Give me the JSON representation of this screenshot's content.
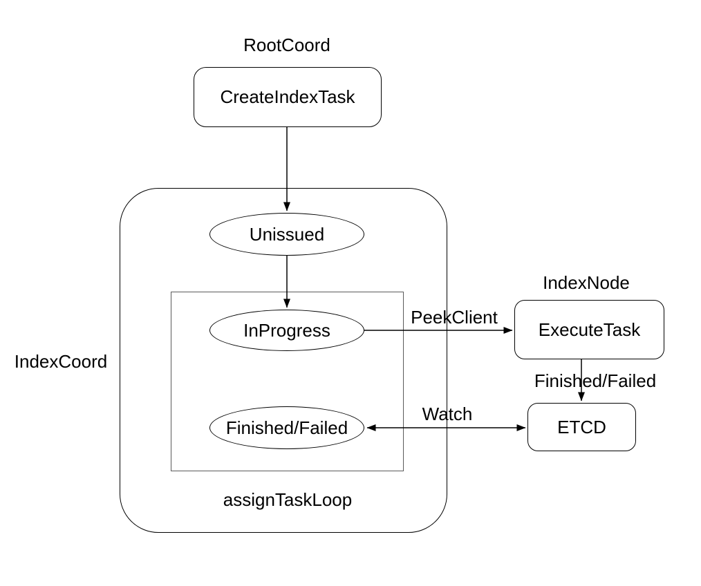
{
  "diagram": {
    "title_labels": {
      "root_coord": "RootCoord",
      "index_node": "IndexNode",
      "index_coord": "IndexCoord",
      "assign_task_loop": "assignTaskLoop"
    },
    "nodes": {
      "create_index_task": "CreateIndexTask",
      "unissued": "Unissued",
      "in_progress": "InProgress",
      "finished_failed": "Finished/Failed",
      "execute_task": "ExecuteTask",
      "etcd": "ETCD"
    },
    "edges": {
      "peek_client": "PeekClient",
      "finished_failed": "Finished/Failed",
      "watch": "Watch"
    },
    "colors": {
      "stroke": "#000000",
      "loop_rect_stroke": "#595959",
      "text": "#000000",
      "background": "#ffffff"
    }
  }
}
